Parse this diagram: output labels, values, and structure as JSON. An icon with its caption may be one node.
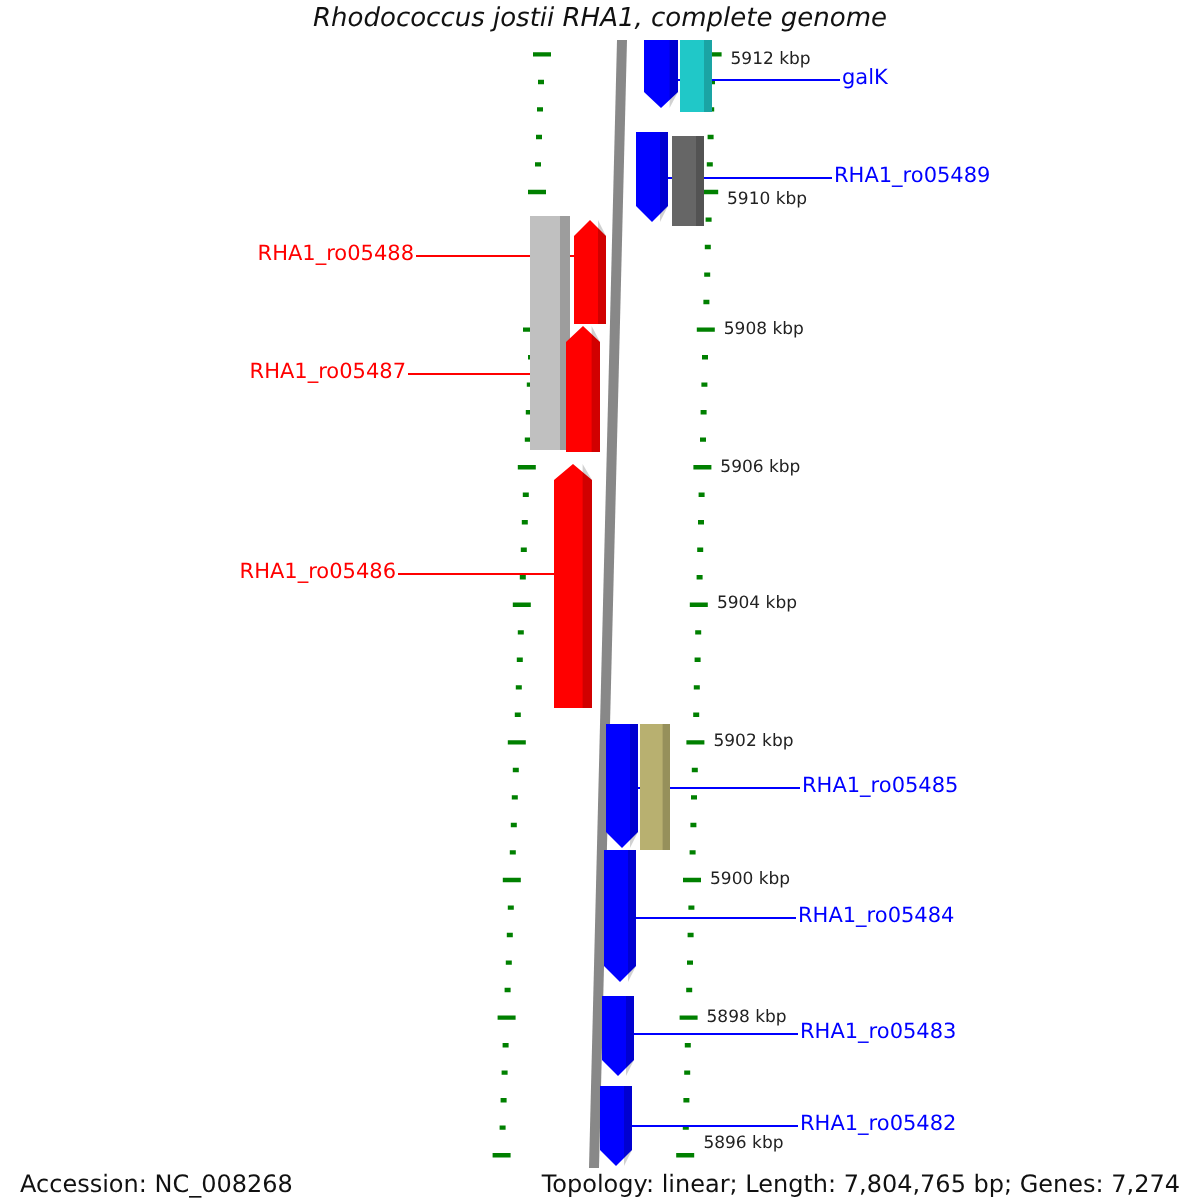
{
  "diagram": {
    "title": "Rhodococcus jostii RHA1, complete genome",
    "nodes": [
      {
        "text": [],
        "shape": "arrow"
      },
      {
        "text": [],
        "shape": "bar"
      },
      {
        "text": [
          "galK"
        ]
      },
      {
        "text": [],
        "shape": "arrow"
      },
      {
        "text": [],
        "shape": "bar"
      },
      {
        "text": [
          "RHA1_ro05489"
        ]
      },
      {
        "text": [
          "RHA1_ro05488"
        ]
      },
      {
        "text": [],
        "shape": "bar"
      },
      {
        "text": [],
        "shape": "arrow"
      },
      {
        "text": [
          "RHA1_ro05487"
        ]
      },
      {
        "text": [],
        "shape": "arrow"
      },
      {
        "text": [
          "RHA1_ro05486"
        ]
      },
      {
        "text": [],
        "shape": "arrow"
      },
      {
        "text": [],
        "shape": "arrow"
      },
      {
        "text": [],
        "shape": "bar"
      },
      {
        "text": [
          "RHA1_ro05485"
        ]
      },
      {
        "text": [
          "RHA1_ro05484"
        ]
      },
      {
        "text": [],
        "shape": "arrow"
      },
      {
        "text": [
          "RHA1_ro05483"
        ]
      },
      {
        "text": [],
        "shape": "arrow"
      },
      {
        "text": [
          "RHA1_ro05482"
        ]
      },
      {
        "text": [],
        "shape": "arrow"
      }
    ],
    "edges": [
      {
        "from": 2,
        "to": 0,
        "arrow": "none"
      },
      {
        "from": 5,
        "to": 3,
        "arrow": "none"
      },
      {
        "from": 6,
        "to": 8,
        "arrow": "none",
        "color": "#ff0000"
      },
      {
        "from": 9,
        "to": 10,
        "arrow": "none",
        "color": "#ff0000"
      },
      {
        "from": 11,
        "to": 12,
        "arrow": "none",
        "color": "#ff0000"
      },
      {
        "from": 15,
        "to": 13,
        "arrow": "none"
      },
      {
        "from": 16,
        "to": 17,
        "arrow": "none"
      },
      {
        "from": 18,
        "to": 19,
        "arrow": "none"
      },
      {
        "from": 20,
        "to": 21,
        "arrow": "none"
      }
    ],
    "labels": [
      "5912 kbp",
      "5910 kbp",
      "5908 kbp",
      "5906 kbp",
      "5904 kbp",
      "5902 kbp",
      "5900 kbp",
      "5898 kbp",
      "5896 kbp",
      "Accession: NC_008268",
      "Topology: linear; Length: 7,804,765 bp; Genes: 7,274"
    ]
  }
}
